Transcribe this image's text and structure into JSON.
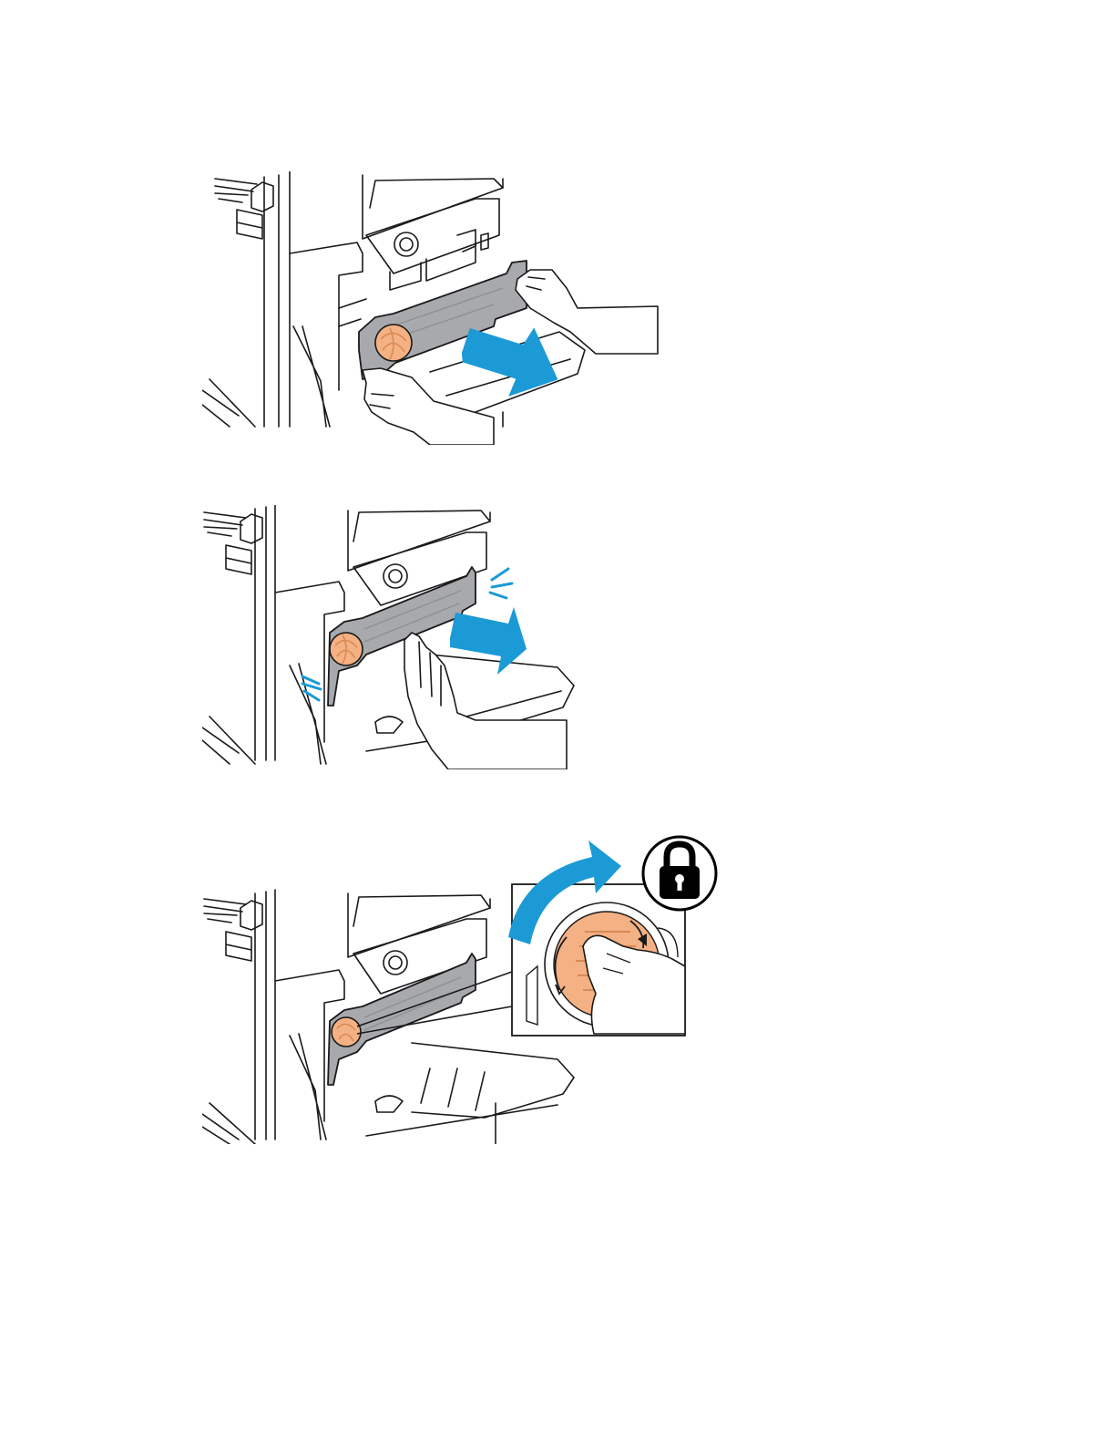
{
  "page": {
    "background": "#ffffff"
  },
  "colors": {
    "line": "#1a1a1a",
    "cartridge": "#a7a9ac",
    "cartridge_dark": "#8e9093",
    "knob": "#f4b183",
    "knob_dark": "#d98a55",
    "arrow": "#1b9ad6",
    "lock_bg": "#ffffff",
    "lock_fg": "#000000"
  },
  "steps": [
    {
      "name": "insert-waste-cartridge",
      "icons": [
        "hand-icon",
        "push-arrow-icon",
        "waste-cartridge-icon"
      ]
    },
    {
      "name": "seat-waste-cartridge",
      "icons": [
        "hand-icon",
        "push-arrow-icon",
        "click-marks-icon"
      ]
    },
    {
      "name": "lock-waste-cartridge",
      "icons": [
        "rotate-arrow-icon",
        "lock-icon",
        "detail-callout-icon"
      ]
    }
  ]
}
